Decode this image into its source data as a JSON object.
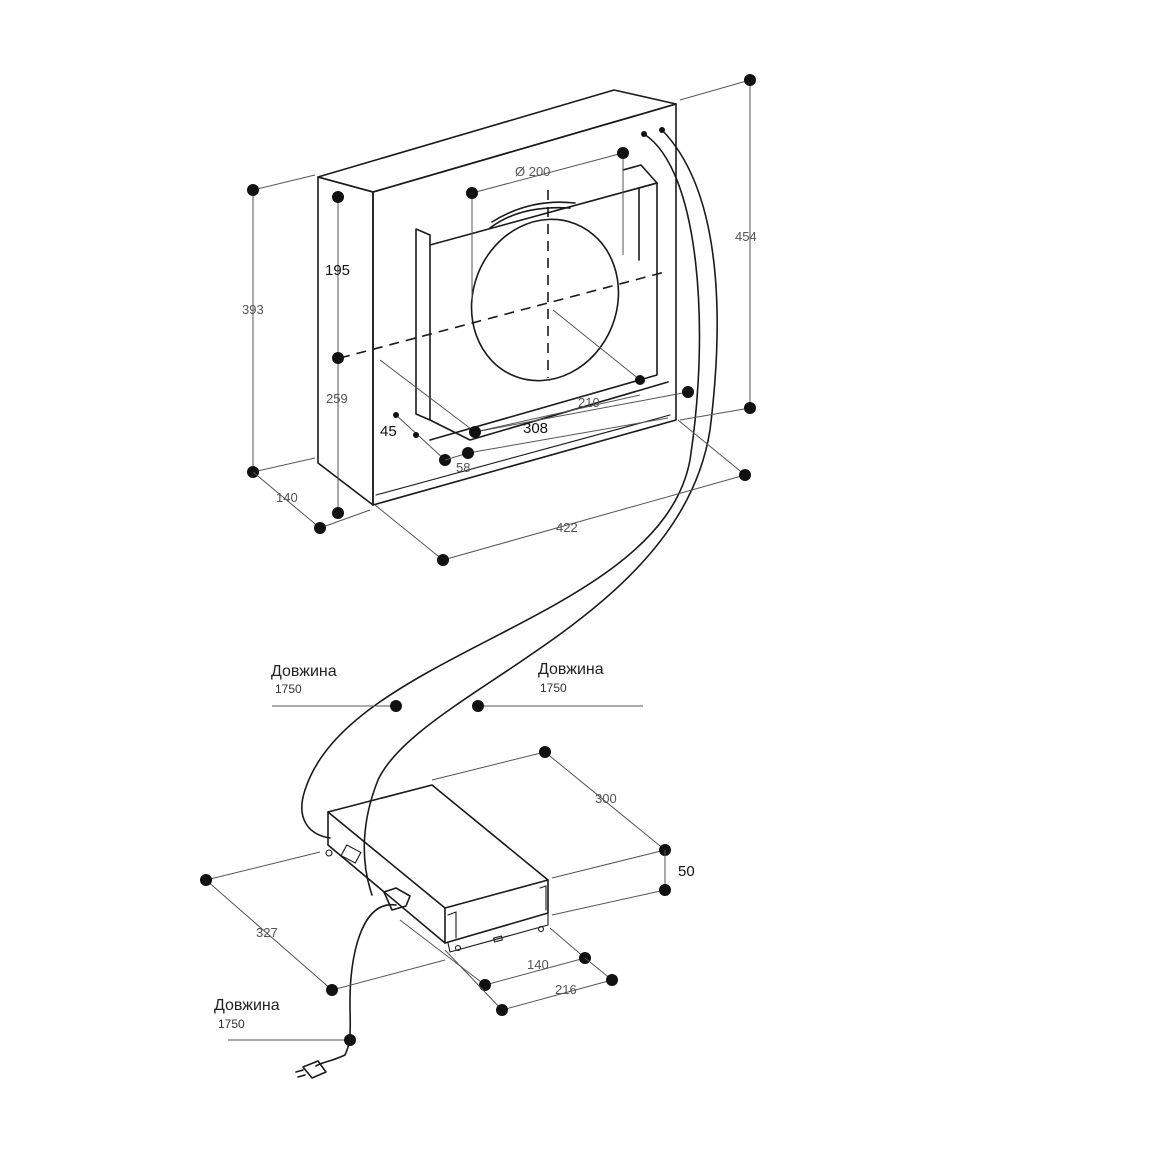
{
  "colors": {
    "line": "#1a1a1a",
    "dimension": "#555555",
    "background": "#ffffff"
  },
  "hood": {
    "diameter": "Ø 200",
    "height_total": "454",
    "height_front": "393",
    "upper": "195",
    "lower": "259",
    "depth": "140",
    "width": "422",
    "bracket_width": "308",
    "bracket_offset": "45",
    "inner_width": "210",
    "inner_offset": "58"
  },
  "cables": [
    {
      "label": "Довжина",
      "value": "1750"
    },
    {
      "label": "Довжина",
      "value": "1750"
    },
    {
      "label": "Довжина",
      "value": "1750"
    }
  ],
  "box": {
    "length": "300",
    "height": "50",
    "width": "327",
    "inner_width": "140",
    "outer_width": "216"
  },
  "icons": [
    "plug-icon",
    "connector-icon"
  ]
}
